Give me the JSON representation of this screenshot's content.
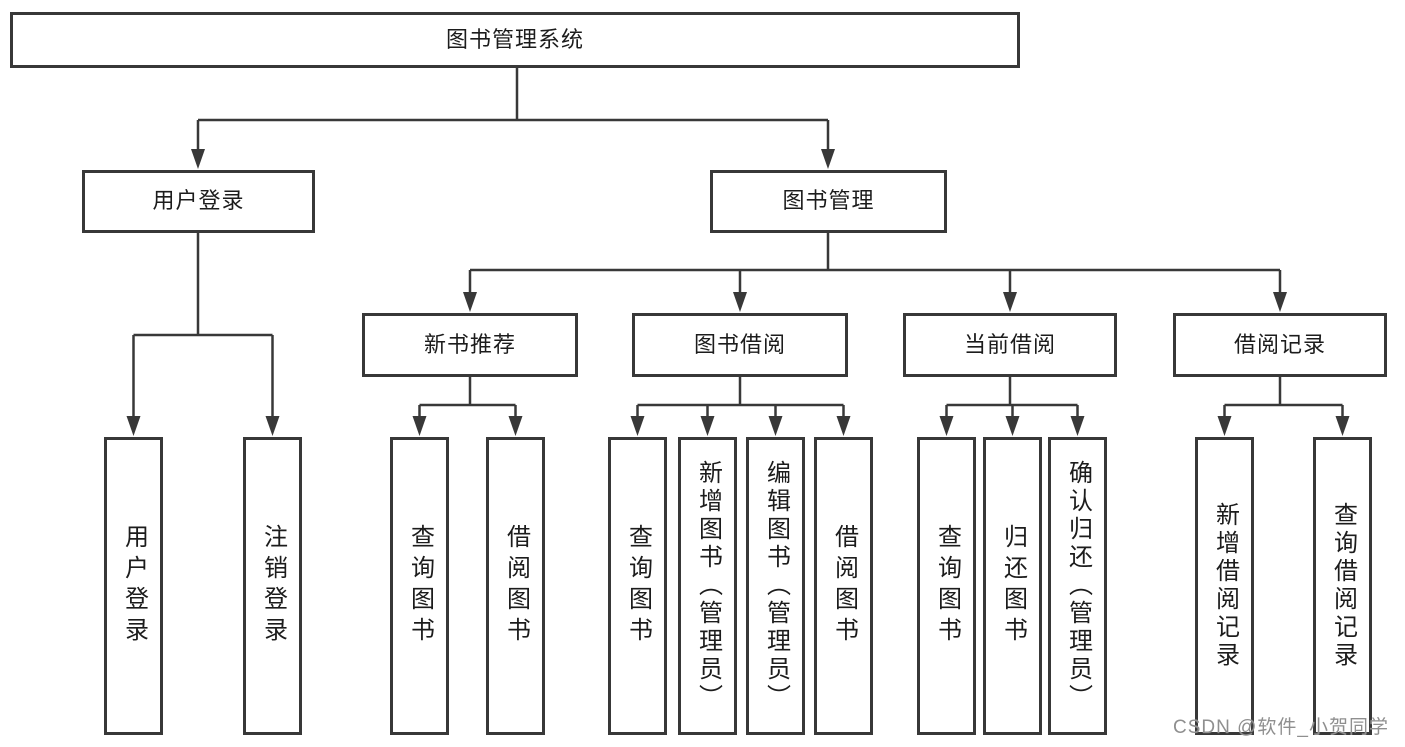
{
  "root": {
    "label": "图书管理系统"
  },
  "branches": [
    {
      "label": "用户登录",
      "children": [
        "用户登录",
        "注销登录"
      ]
    },
    {
      "label": "图书管理",
      "children_branches": [
        {
          "label": "新书推荐",
          "children": [
            "查询图书",
            "借阅图书"
          ]
        },
        {
          "label": "图书借阅",
          "children": [
            "查询图书",
            "新增图书（管理员）",
            "编辑图书（管理员）",
            "借阅图书"
          ]
        },
        {
          "label": "当前借阅",
          "children": [
            "查询图书",
            "归还图书",
            "确认归还（管理员）"
          ]
        },
        {
          "label": "借阅记录",
          "children": [
            "新增借阅记录",
            "查询借阅记录"
          ]
        }
      ]
    }
  ],
  "watermark": "CSDN @软件_小贺同学",
  "colors": {
    "line": "#383838",
    "box_border": "#383838",
    "box_bg": "#ffffff",
    "text": "#1c1c1c",
    "watermark": "#8f8f8f"
  }
}
